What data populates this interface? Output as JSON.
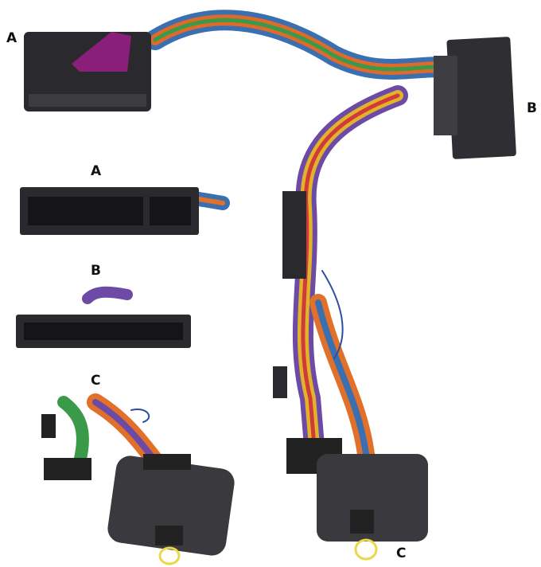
{
  "labels": {
    "main_a": "A",
    "main_b": "B",
    "main_c": "C",
    "detail_a": "A",
    "detail_b": "B",
    "detail_c": "C"
  },
  "colors": {
    "connector": "#2a2a2e",
    "connector_lock": "#8a1f7a",
    "loop": "#e8d84a"
  }
}
